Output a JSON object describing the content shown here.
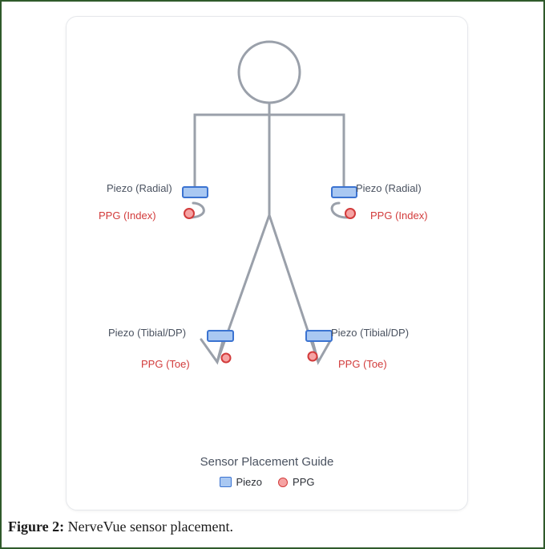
{
  "diagram": {
    "labels": {
      "piezo_radial_left": "Piezo (Radial)",
      "piezo_radial_right": "Piezo (Radial)",
      "ppg_index_left": "PPG (Index)",
      "ppg_index_right": "PPG (Index)",
      "piezo_tibial_left": "Piezo (Tibial/DP)",
      "piezo_tibial_right": "Piezo (Tibial/DP)",
      "ppg_toe_left": "PPG (Toe)",
      "ppg_toe_right": "PPG (Toe)"
    },
    "title": "Sensor Placement Guide",
    "legend": {
      "piezo": "Piezo",
      "ppg": "PPG"
    },
    "colors": {
      "figure_stroke": "#9aa0aa",
      "piezo_fill": "#a9c8f2",
      "piezo_stroke": "#3b73d1",
      "ppg_fill": "#f6a3a3",
      "ppg_stroke": "#d23b3b"
    }
  },
  "caption": {
    "label": "Figure 2:",
    "text": "NerveVue sensor placement."
  }
}
